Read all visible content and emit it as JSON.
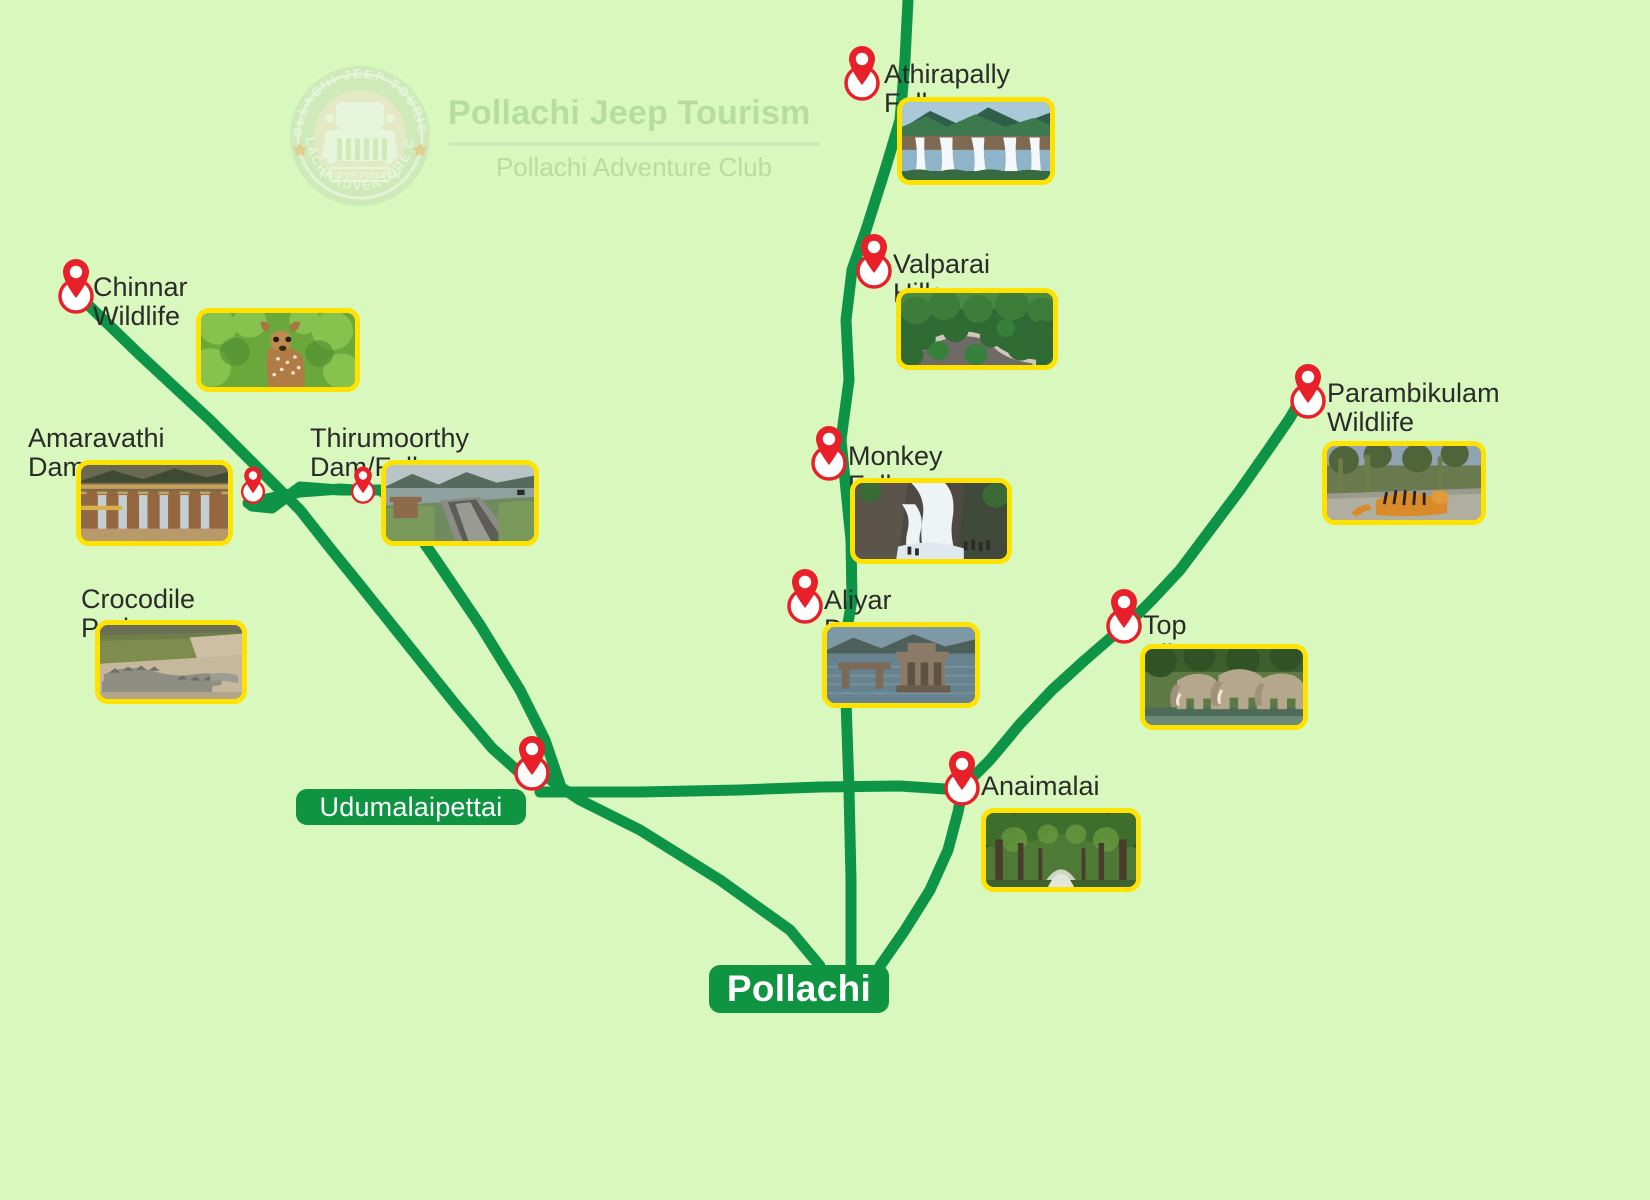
{
  "brand": {
    "title": "Pollachi Jeep Tourism",
    "subtitle": "Pollachi Adventure Club",
    "logo": {
      "top_arc": "POLLACHI JEEP TOURISM",
      "bottom_arc": "POLLACHI ADVENTURE CLUB",
      "banner": "PRIDE OF POLLACHI",
      "icon": "jeep-front-icon"
    }
  },
  "colors": {
    "background": "#d9f8bd",
    "road": "#0e9447",
    "pin": "#e8202a",
    "photo_border": "#ffe200",
    "town_pill": "#0f9442",
    "label_text": "#2b2b2b",
    "brand_text": "#b6dda1"
  },
  "towns": [
    {
      "name": "Pollachi",
      "kind": "hub"
    },
    {
      "name": "Udumalaipettai",
      "kind": "junction"
    }
  ],
  "pois": [
    {
      "id": "athirapally-falls",
      "label": "Athirapally Falls",
      "photo": "waterfall-wide-athirapally"
    },
    {
      "id": "valparai-hills",
      "label": "Valparai Hills",
      "photo": "winding-ghat-road-valparai"
    },
    {
      "id": "monkey-falls",
      "label": "Monkey Falls",
      "photo": "rocky-waterfall-monkey-falls"
    },
    {
      "id": "aliyar-dam",
      "label": "Aliyar Dam",
      "photo": "reservoir-intake-tower-aliyar"
    },
    {
      "id": "parambikulam-wildlife",
      "label": "Parambikulam\nWildlife",
      "photo": "tiger-on-rock-parambikulam"
    },
    {
      "id": "top-slip-wildlife",
      "label": "Top Slip Wildlife",
      "photo": "elephant-herd-top-slip"
    },
    {
      "id": "anaimalai",
      "label": "Anaimalai",
      "photo": "tree-tunnel-road-anaimalai"
    },
    {
      "id": "chinnar-wildlife",
      "label": "Chinnar Wildlife",
      "photo": "spotted-deer-fawn-chinnar"
    },
    {
      "id": "amaravathi-dam",
      "label": "Amaravathi Dam",
      "photo": "dam-spillway-amaravathi"
    },
    {
      "id": "thirumoorthy-dam",
      "label": "Thirumoorthy Dam/Falls",
      "photo": "dam-embankment-road-thirumoorthy"
    },
    {
      "id": "crocodile-park",
      "label": "Crocodile Park",
      "photo": "crocodiles-in-pond"
    }
  ],
  "map_meta": {
    "type": "tourism-route-map",
    "hub": "Pollachi",
    "marker_count": 13,
    "photo_count": 11
  }
}
